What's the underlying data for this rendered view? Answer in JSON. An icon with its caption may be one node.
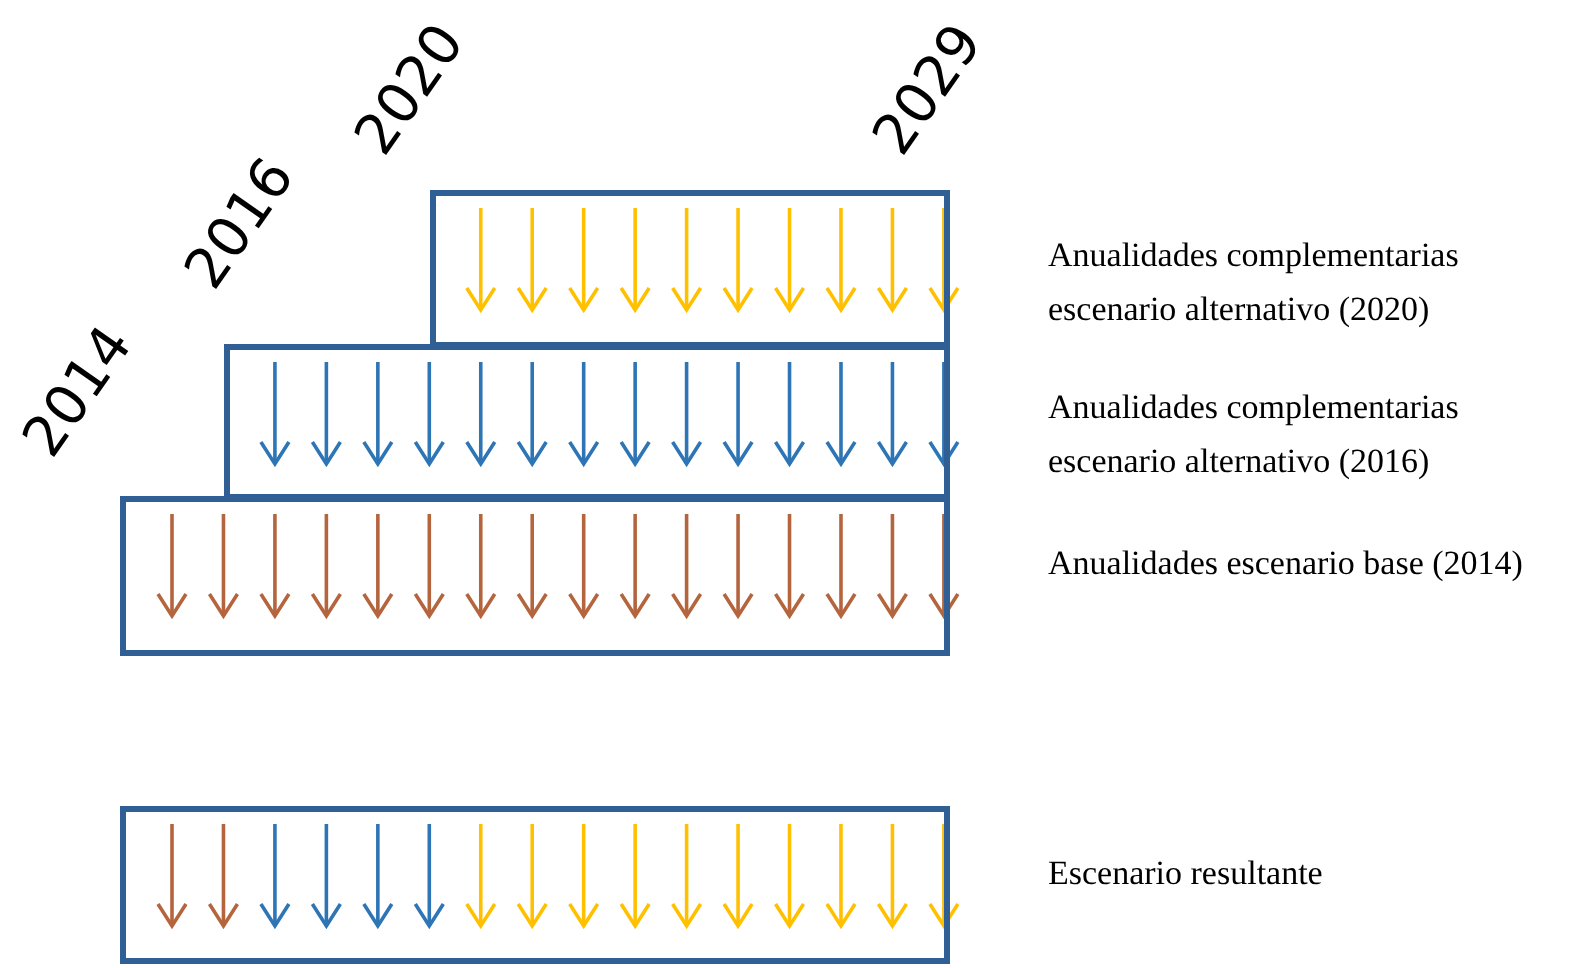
{
  "diagram": {
    "nodes": [
      {
        "text": [],
        "shape": "box",
        "beside": [
          "Anualidades complementarias escenario alternativo (2020)"
        ]
      },
      {
        "text": [],
        "shape": "box",
        "beside": [
          "Anualidades complementarias escenario alternativo (2016)"
        ]
      },
      {
        "text": [],
        "shape": "box",
        "beside": [
          "Anualidades escenario base (2014)"
        ]
      },
      {
        "text": [],
        "shape": "box",
        "beside": [
          "Escenario resultante"
        ]
      }
    ],
    "labels": [
      "2014",
      "2016",
      "2020",
      "2029"
    ]
  }
}
